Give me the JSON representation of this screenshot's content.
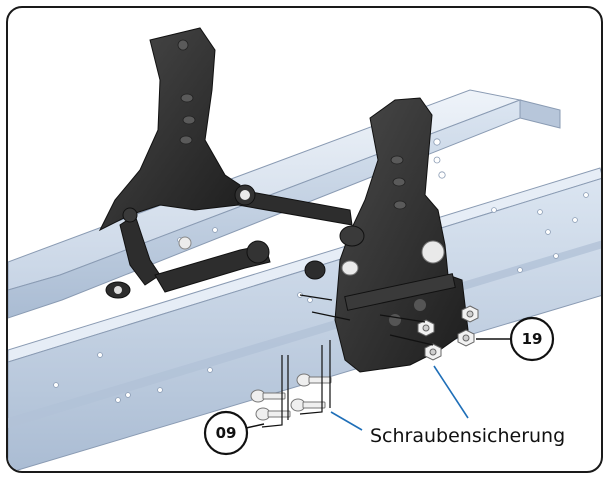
{
  "callouts": {
    "part_19": "19",
    "part_09": "09"
  },
  "annotation": {
    "schraubensicherung": "Schraubensicherung"
  },
  "colors": {
    "frame_border": "#1a1a1a",
    "rail": "#c9d6e6",
    "rail_shadow": "#9fb1c8",
    "bracket": "#2b2b2b",
    "bracket_highlight": "#4a4a4a",
    "leader_blue": "#1f6fb8",
    "leader_black": "#111111"
  },
  "icons": {
    "bracket_left": "pendulum-bracket-icon",
    "bracket_right": "pendulum-bracket-icon",
    "nut": "hex-nut-icon",
    "bolt": "bolt-icon"
  }
}
